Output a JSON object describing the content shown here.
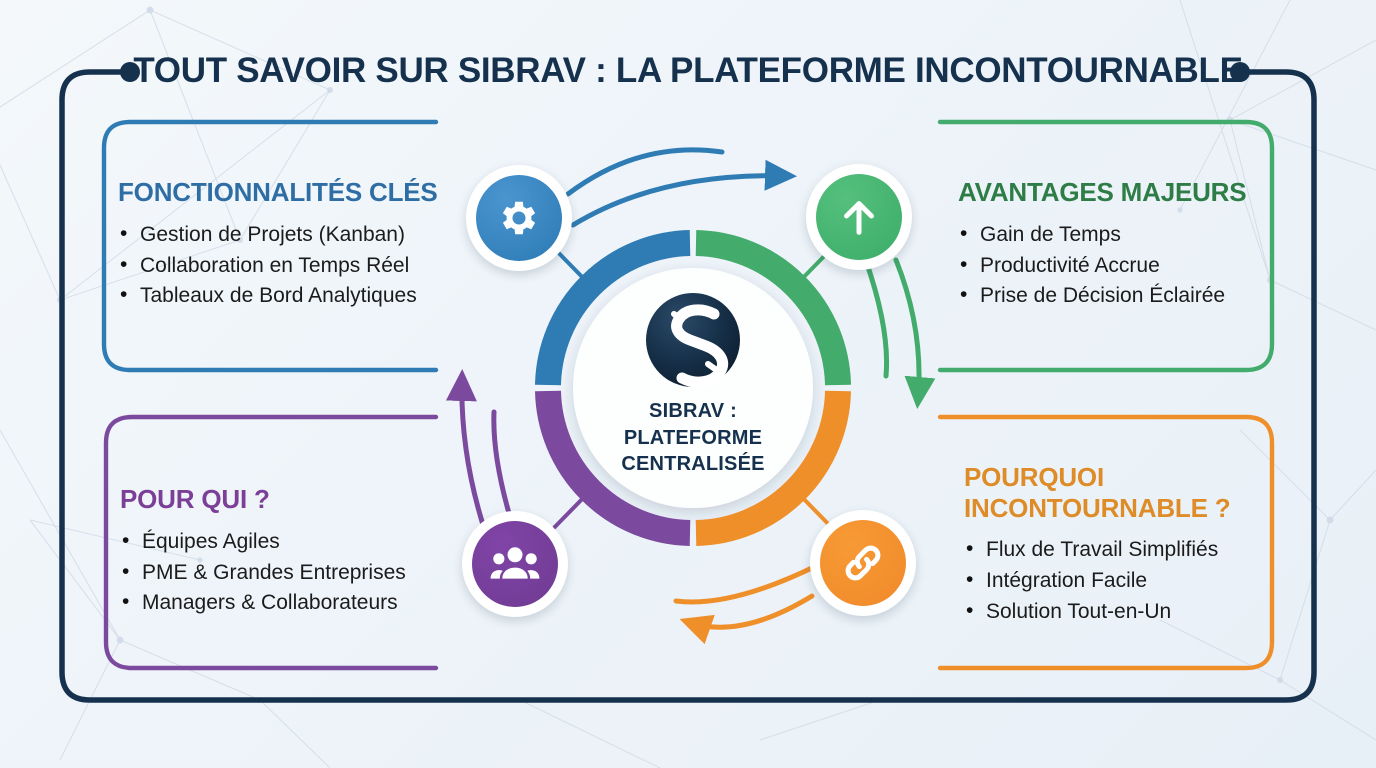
{
  "title": "TOUT SAVOIR SUR SIBRAV : LA PLATEFORME INCONTOURNABLE",
  "hub": {
    "logo_icon": "sibrav-s-logo-icon",
    "line1": "SIBRAV :",
    "line2": "PLATEFORME",
    "line3": "CENTRALISÉE"
  },
  "colors": {
    "frame": "#16314d",
    "title": "#15314d",
    "blue": "#2f7cb4",
    "green": "#43ab6b",
    "purple": "#7b4a9e",
    "orange": "#ef8f2a",
    "blue_heading": "#2f6ea5",
    "green_heading": "#2e7d46",
    "purple_heading": "#7b3f98",
    "orange_heading": "#de8c28",
    "background": "#eef4f9"
  },
  "quadrants": [
    {
      "id": "fonctionnalites-cles",
      "heading": "FONCTIONNALITÉS CLÉS",
      "icon": "gear-icon",
      "color": "#2f7cb4",
      "items": [
        "Gestion de Projets (Kanban)",
        "Collaboration en Temps Réel",
        "Tableaux de Bord Analytiques"
      ]
    },
    {
      "id": "avantages-majeurs",
      "heading": "AVANTAGES MAJEURS",
      "icon": "arrow-up-icon",
      "color": "#43ab6b",
      "items": [
        "Gain de Temps",
        "Productivité Accrue",
        "Prise de Décision Éclairée"
      ]
    },
    {
      "id": "pour-qui",
      "heading": "POUR QUI ?",
      "icon": "people-group-icon",
      "color": "#7b4a9e",
      "items": [
        "Équipes Agiles",
        "PME & Grandes Entreprises",
        "Managers & Collaborateurs"
      ]
    },
    {
      "id": "pourquoi-incontournable",
      "heading_line1": "POURQUOI",
      "heading_line2": "INCONTOURNABLE ?",
      "heading": "POURQUOI INCONTOURNABLE ?",
      "icon": "link-chain-icon",
      "color": "#ef8f2a",
      "items": [
        "Flux de Travail Simplifiés",
        "Intégration Facile",
        "Solution Tout-en-Un"
      ]
    }
  ]
}
